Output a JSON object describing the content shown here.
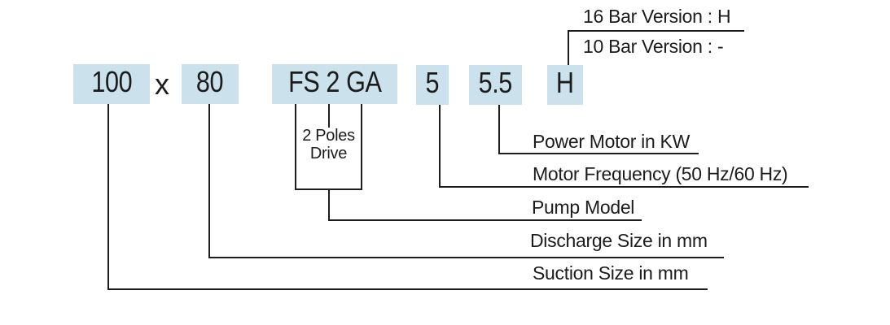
{
  "code": {
    "suction_size": "100",
    "separator": "x",
    "discharge_size": "80",
    "pump_model": "FS 2 GA",
    "motor_frequency": "5",
    "motor_power": "5.5",
    "pressure_version": "H"
  },
  "annotations": {
    "version_16bar": "16 Bar Version : H",
    "version_10bar": "10 Bar Version : -",
    "poles_line1": "2 Poles",
    "poles_line2": "Drive",
    "motor_power": "Power Motor in KW",
    "motor_frequency": "Motor Frequency (50 Hz/60 Hz)",
    "pump_model": "Pump Model",
    "discharge_size": "Discharge Size in mm",
    "suction_size": "Suction Size in mm"
  },
  "colors": {
    "highlight": "#cbe2ec",
    "line": "#1c1c1c",
    "text": "#1c1c1c",
    "background": "#ffffff"
  }
}
